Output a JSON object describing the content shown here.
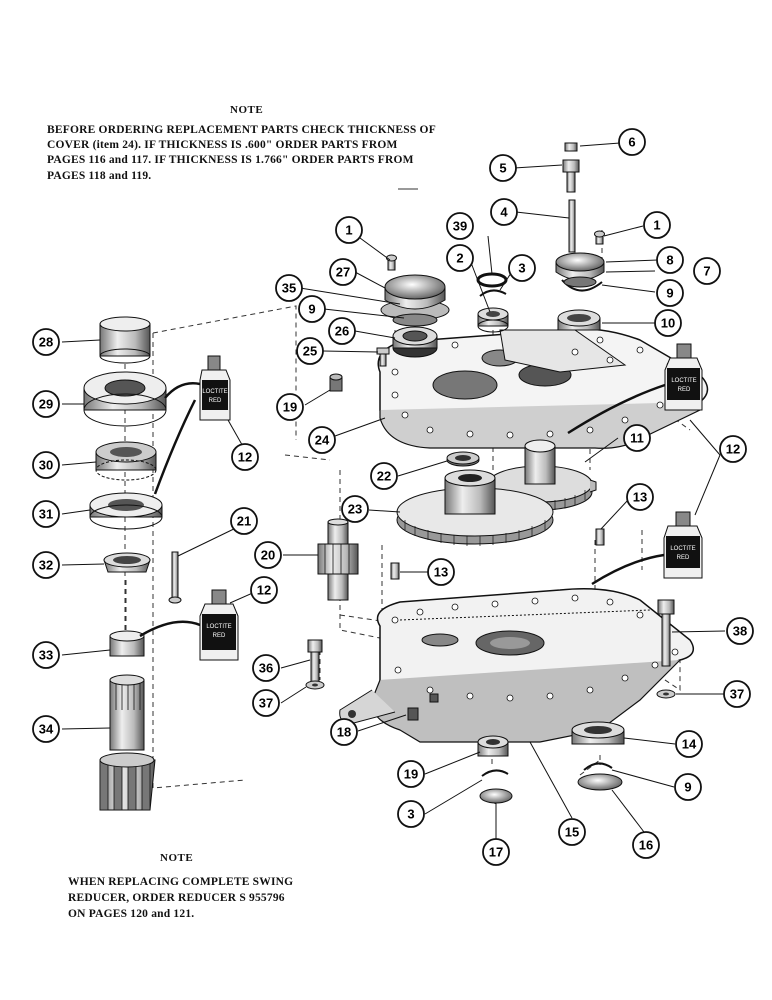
{
  "top_note": {
    "title": "NOTE",
    "lines": [
      "BEFORE ORDERING REPLACEMENT PARTS CHECK THICKNESS OF",
      "COVER (item 24).  IF THICKNESS IS .600\" ORDER PARTS FROM",
      "PAGES 116 and 117. IF THICKNESS IS 1.766\" ORDER PARTS FROM",
      "PAGES 118 and 119."
    ]
  },
  "bottom_note": {
    "title": "NOTE",
    "lines": [
      "WHEN REPLACING COMPLETE SWING",
      "REDUCER, ORDER REDUCER S 955796",
      "ON PAGES 120 and 121."
    ]
  },
  "loctite_label": "LOCTITE",
  "loctite_sub": "RED",
  "callouts": [
    {
      "id": "c6",
      "label": "6"
    },
    {
      "id": "c5",
      "label": "5"
    },
    {
      "id": "c4",
      "label": "4"
    },
    {
      "id": "c1a",
      "label": "1"
    },
    {
      "id": "c1b",
      "label": "1"
    },
    {
      "id": "c39",
      "label": "39"
    },
    {
      "id": "c2",
      "label": "2"
    },
    {
      "id": "c3a",
      "label": "3"
    },
    {
      "id": "c8",
      "label": "8"
    },
    {
      "id": "c7",
      "label": "7"
    },
    {
      "id": "c9a",
      "label": "9"
    },
    {
      "id": "c27",
      "label": "27"
    },
    {
      "id": "c35",
      "label": "35"
    },
    {
      "id": "c9b",
      "label": "9"
    },
    {
      "id": "c10",
      "label": "10"
    },
    {
      "id": "c28",
      "label": "28"
    },
    {
      "id": "c26",
      "label": "26"
    },
    {
      "id": "c25",
      "label": "25"
    },
    {
      "id": "c29",
      "label": "29"
    },
    {
      "id": "c19a",
      "label": "19"
    },
    {
      "id": "c12a",
      "label": "12"
    },
    {
      "id": "c24",
      "label": "24"
    },
    {
      "id": "c11",
      "label": "11"
    },
    {
      "id": "c12b",
      "label": "12"
    },
    {
      "id": "c30",
      "label": "30"
    },
    {
      "id": "c22",
      "label": "22"
    },
    {
      "id": "c31",
      "label": "31"
    },
    {
      "id": "c23",
      "label": "23"
    },
    {
      "id": "c13a",
      "label": "13"
    },
    {
      "id": "c21",
      "label": "21"
    },
    {
      "id": "c32",
      "label": "32"
    },
    {
      "id": "c20",
      "label": "20"
    },
    {
      "id": "c13b",
      "label": "13"
    },
    {
      "id": "c12c",
      "label": "12"
    },
    {
      "id": "c38",
      "label": "38"
    },
    {
      "id": "c33",
      "label": "33"
    },
    {
      "id": "c36",
      "label": "36"
    },
    {
      "id": "c37a",
      "label": "37"
    },
    {
      "id": "c37b",
      "label": "37"
    },
    {
      "id": "c34",
      "label": "34"
    },
    {
      "id": "c18",
      "label": "18"
    },
    {
      "id": "c14",
      "label": "14"
    },
    {
      "id": "c19b",
      "label": "19"
    },
    {
      "id": "c9c",
      "label": "9"
    },
    {
      "id": "c3b",
      "label": "3"
    },
    {
      "id": "c15",
      "label": "15"
    },
    {
      "id": "c16",
      "label": "16"
    },
    {
      "id": "c17",
      "label": "17"
    }
  ]
}
